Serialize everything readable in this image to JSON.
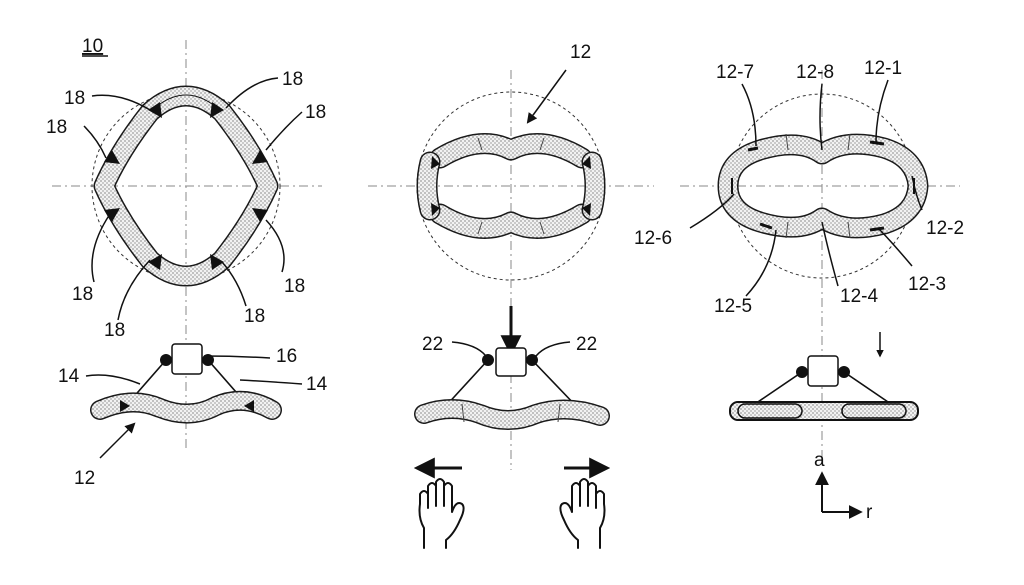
{
  "figure_number": "10",
  "left": {
    "labels": {
      "edge_marker_label": "18",
      "wire_label": "14",
      "clamp_label": "16",
      "ring_label": "12"
    }
  },
  "middle": {
    "labels": {
      "ring_label": "12",
      "contact_left_label": "22",
      "contact_right_label": "22"
    }
  },
  "right": {
    "labels": {
      "seg_1": "12-1",
      "seg_2": "12-2",
      "seg_3": "12-3",
      "seg_4": "12-4",
      "seg_5": "12-5",
      "seg_6": "12-6",
      "seg_7": "12-7",
      "seg_8": "12-8",
      "axis_a": "a",
      "axis_r": "r"
    }
  }
}
